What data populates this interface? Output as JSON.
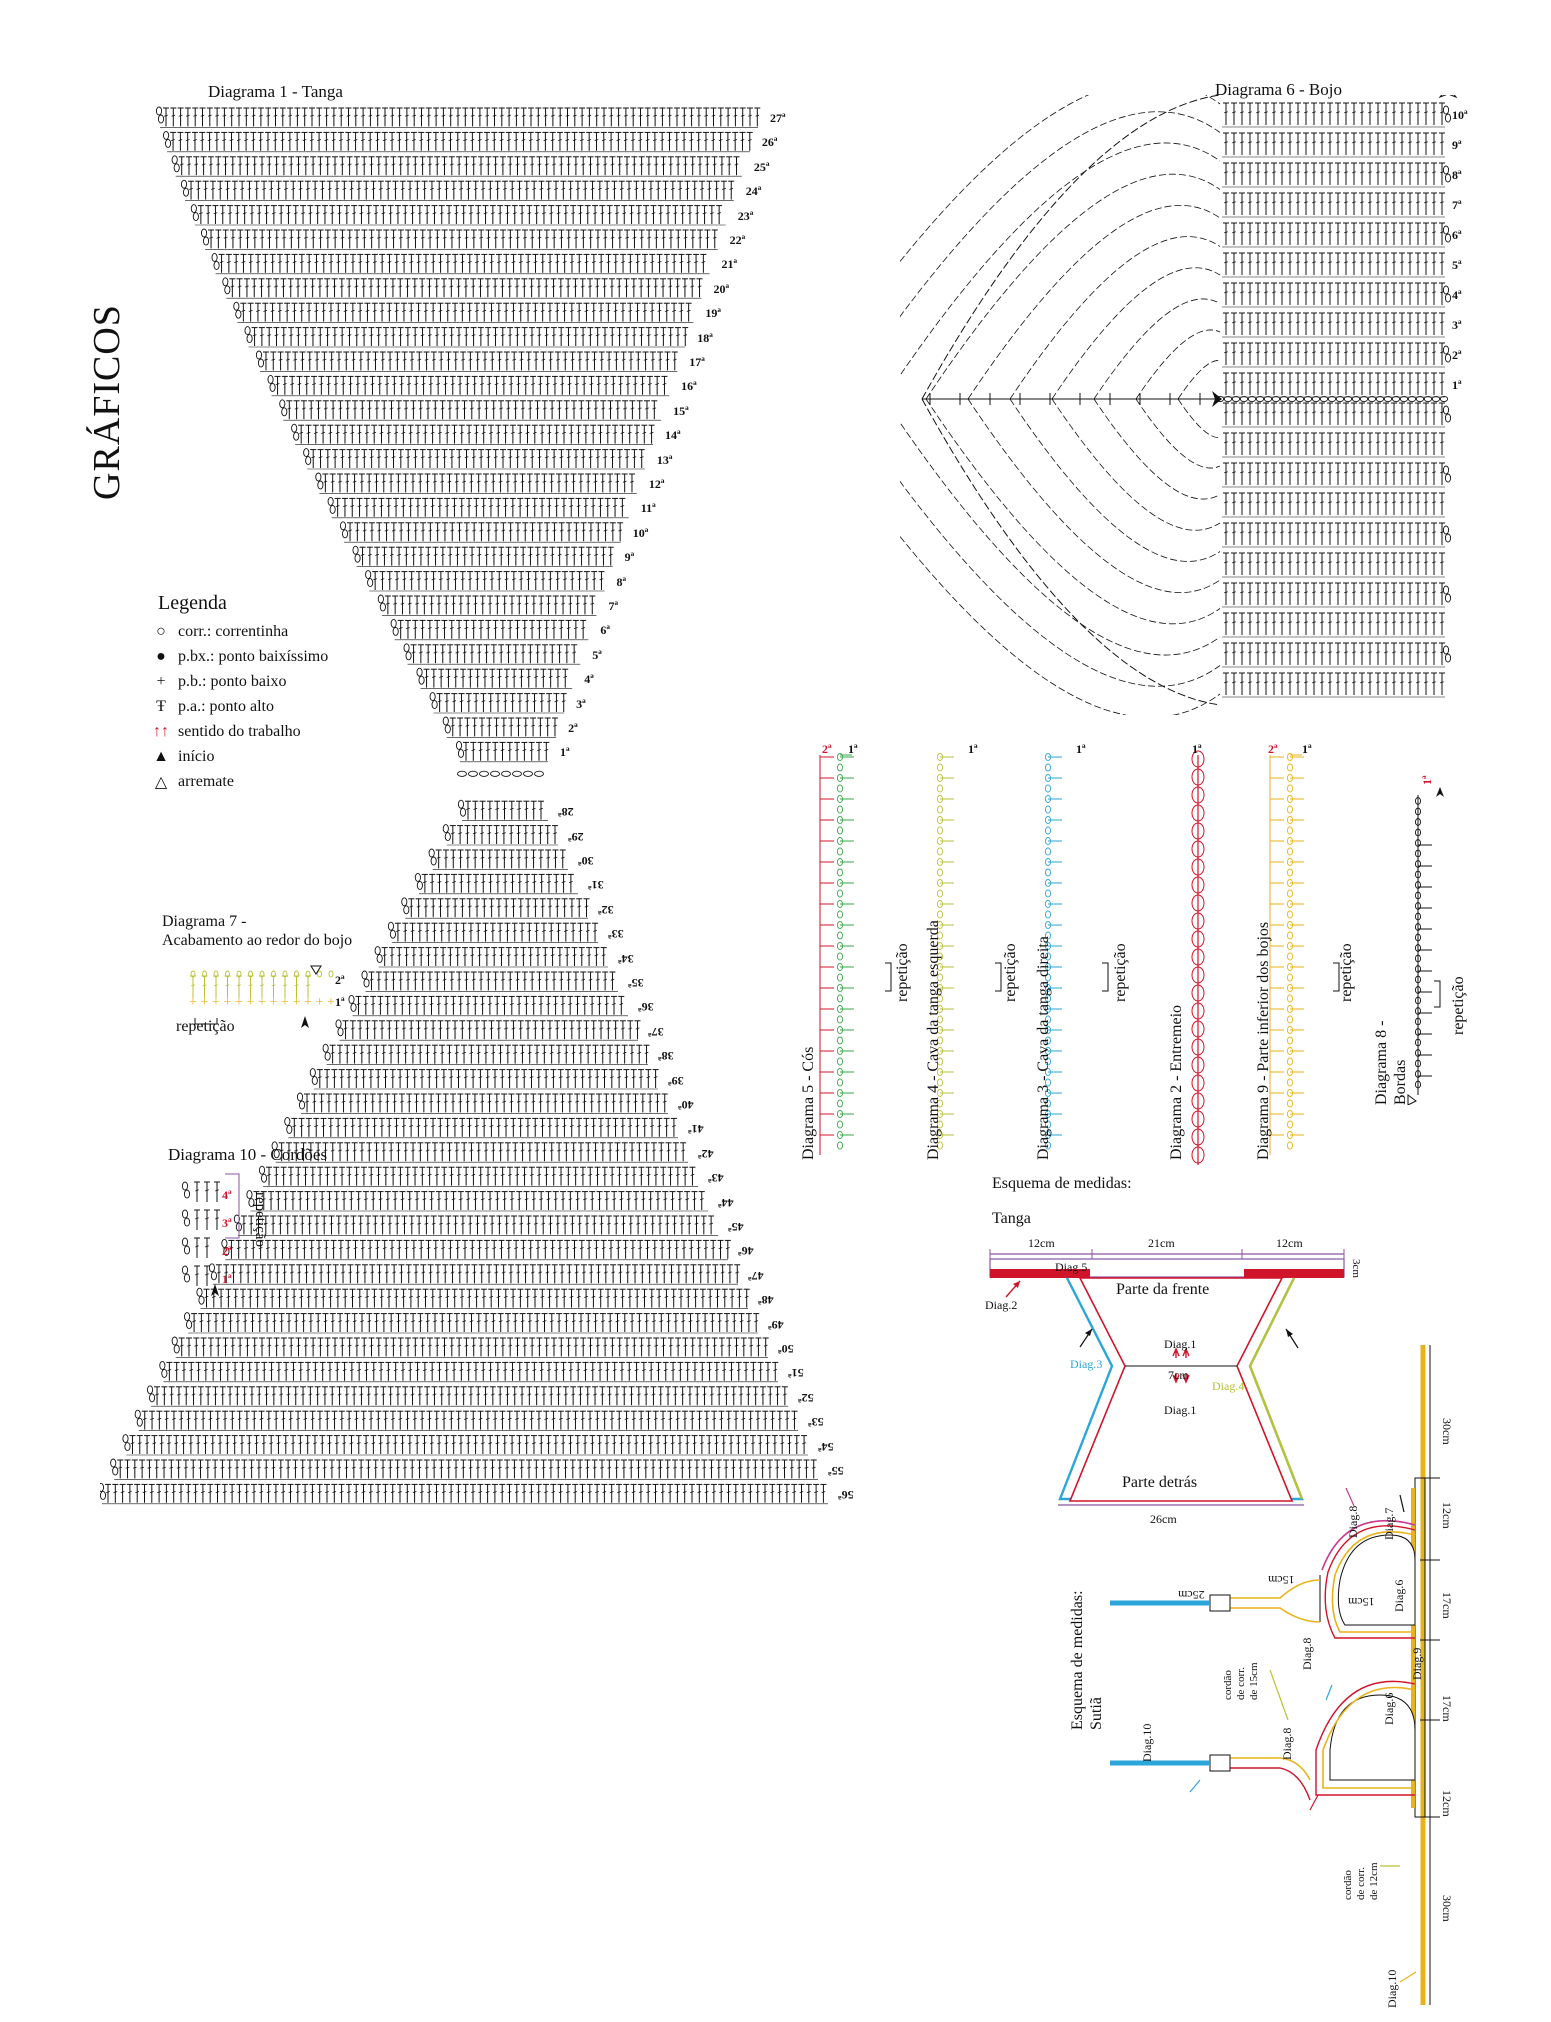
{
  "page_title": "GRÁFICOS",
  "colors": {
    "red": "#d0142a",
    "green": "#3aa648",
    "olive": "#b9c234",
    "cyan": "#2aa6d9",
    "yellow": "#e9b318",
    "purple": "#8a55a5",
    "magenta": "#c8388f",
    "dark": "#111111"
  },
  "diagram1": {
    "title": "Diagrama 1 - Tanga",
    "rows_top": [
      "27ª",
      "26ª",
      "25ª",
      "24ª",
      "23ª",
      "22ª",
      "21ª",
      "20ª",
      "19ª",
      "18ª",
      "17ª",
      "16ª",
      "15ª",
      "14ª",
      "13ª",
      "12ª",
      "11ª",
      "10ª",
      "9ª",
      "8ª",
      "7ª",
      "6ª",
      "5ª",
      "4ª",
      "3ª",
      "2ª",
      "1ª"
    ],
    "rows_bottom": [
      "28ª",
      "29ª",
      "30ª",
      "31ª",
      "32ª",
      "33ª",
      "34ª",
      "35ª",
      "36ª",
      "37ª",
      "38ª",
      "39ª",
      "40ª",
      "41ª",
      "42ª",
      "43ª",
      "44ª",
      "45ª",
      "46ª",
      "47ª",
      "48ª",
      "49ª",
      "50ª",
      "51ª",
      "52ª",
      "53ª",
      "54ª",
      "55ª",
      "56ª"
    ]
  },
  "diagram6": {
    "title": "Diagrama 6 - Bojo",
    "rows": [
      "10ª",
      "9ª",
      "8ª",
      "7ª",
      "6ª",
      "5ª",
      "4ª",
      "3ª",
      "2ª",
      "1ª"
    ]
  },
  "legend": {
    "title": "Legenda",
    "items": [
      {
        "symbol": "○",
        "label": "corr.: correntinha"
      },
      {
        "symbol": "●",
        "label": "p.bx.: ponto baixíssimo"
      },
      {
        "symbol": "+",
        "label": "p.b.: ponto baixo"
      },
      {
        "symbol": "Ŧ",
        "label": "p.a.: ponto alto"
      },
      {
        "symbol": "↑↑",
        "label": "sentido do trabalho"
      },
      {
        "symbol": "▲",
        "label": "início"
      },
      {
        "symbol": "△",
        "label": "arremate"
      }
    ]
  },
  "diagram7": {
    "title_line1": "Diagrama 7 -",
    "title_line2": "Acabamento ao redor do bojo",
    "rows": [
      "2ª",
      "1ª"
    ],
    "repeat_label": "repetição"
  },
  "diagram10": {
    "title": "Diagrama 10 - Cordões",
    "rows": [
      "4ª",
      "3ª",
      "2ª",
      "1ª"
    ],
    "repeat_label": "repetição"
  },
  "strips": [
    {
      "title": "Diagrama 5 - Cós",
      "rows": [
        "2ª",
        "1ª"
      ],
      "repeat_label": "repetição"
    },
    {
      "title": "Diagrama 4 - Cava da tanga esquerda",
      "rows": [
        "1ª"
      ],
      "repeat_label": "repetição"
    },
    {
      "title": "Diagrama 3 - Cava da tanga direita",
      "rows": [
        "1ª"
      ],
      "repeat_label": "repetição"
    },
    {
      "title": "Diagrama 2 - Entremeio",
      "rows": [
        "1ª"
      ]
    },
    {
      "title": "Diagrama 9 - Parte inferior dos bojos",
      "rows": [
        "2ª",
        "1ª"
      ],
      "repeat_label": "repetição"
    }
  ],
  "diagram8": {
    "title_line1": "Diagrama 8 -",
    "title_line2": "Bordas",
    "row": "1ª",
    "repeat_label": "repetição"
  },
  "tanga_schema": {
    "heading": "Esquema de medidas:",
    "subheading": "Tanga",
    "top_left": "12cm",
    "top_center": "21cm",
    "top_right": "12cm",
    "right_height": "3cm",
    "diag5": "Diag.5",
    "diag2": "Diag.2",
    "diag3": "Diag.3",
    "diag4": "Diag.4",
    "front": "Parte da frente",
    "diag1_top": "Diag.1",
    "middle": "7cm",
    "diag1_bottom": "Diag.1",
    "back": "Parte detrás",
    "bottom": "26cm"
  },
  "sutia_schema": {
    "heading_line1": "Esquema de medidas:",
    "heading_line2": "Sutiã",
    "top_strap": "30cm",
    "bottom_strap": "30cm",
    "seg_12a": "12cm",
    "seg_17a": "17cm",
    "seg_17b": "17cm",
    "seg_12b": "12cm",
    "left_strap": "25cm",
    "cup_a": "15cm",
    "cup_b": "15cm",
    "diag6_a": "Diag.6",
    "diag6_b": "Diag.6",
    "diag7": "Diag.7",
    "diag8_a": "Diag.8",
    "diag8_b": "Diag.8",
    "diag8_c": "Diag.8",
    "diag9": "Diag.9",
    "diag10_a": "Diag.10",
    "diag10_b": "Diag.10",
    "cord15_l1": "cordão",
    "cord15_l2": "de corr.",
    "cord15_l3": "de 15cm",
    "cord12_l1": "cordão",
    "cord12_l2": "de corr.",
    "cord12_l3": "de 12cm"
  }
}
